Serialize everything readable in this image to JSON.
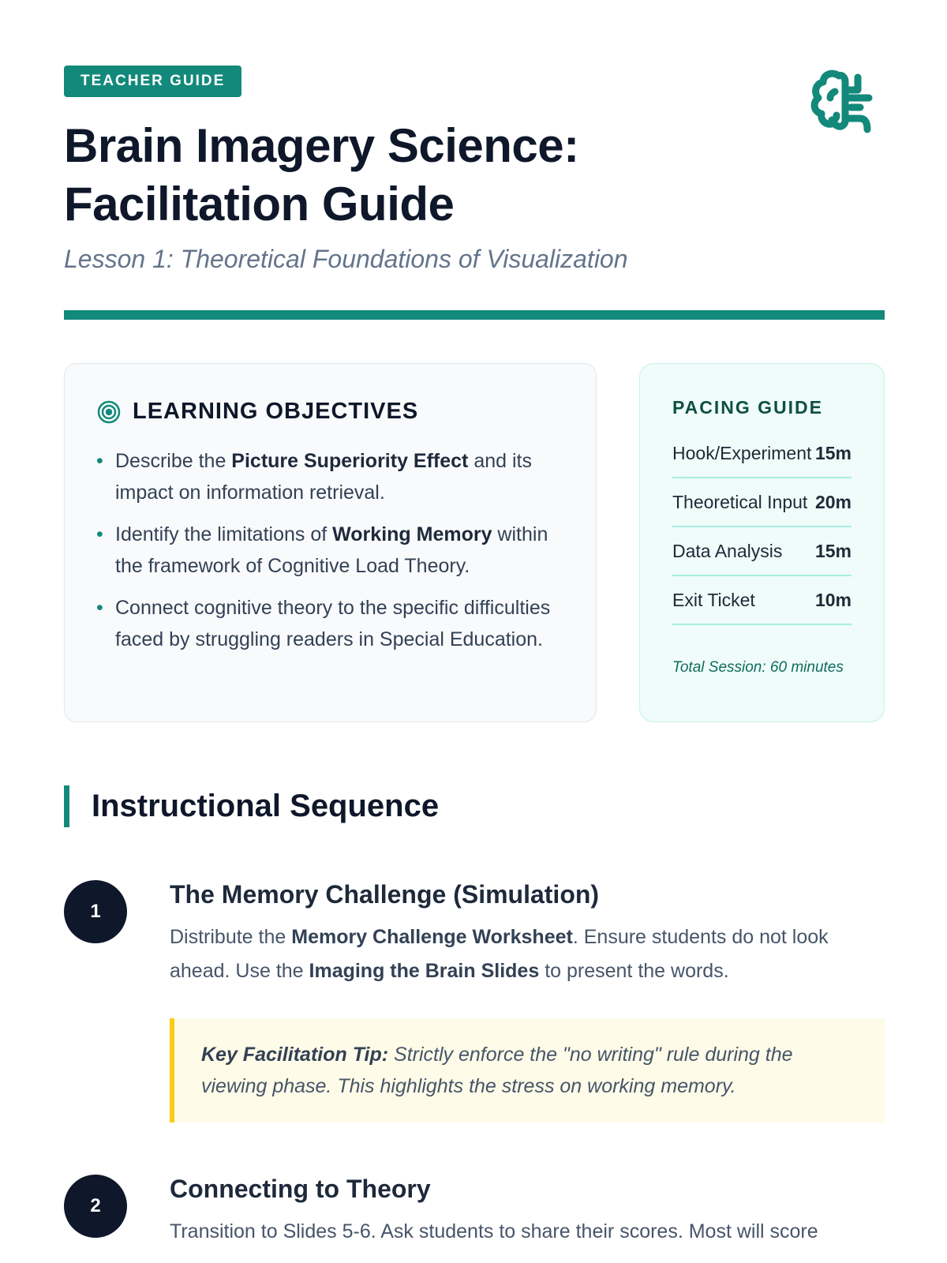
{
  "header": {
    "tag": "TEACHER GUIDE",
    "title_line1": "Brain Imagery Science:",
    "title_line2": "Facilitation Guide",
    "subtitle": "Lesson 1: Theoretical Foundations of Visualization",
    "icon": "brain-circuit-icon",
    "accent": "#12897a"
  },
  "objectives": {
    "heading": "LEARNING OBJECTIVES",
    "icon": "target-icon",
    "items": [
      {
        "a": "Describe the ",
        "b": "Picture Superiority Effect",
        "c": " and its impact on information retrieval."
      },
      {
        "a": "Identify the limitations of ",
        "b": "Working Memory",
        "c": " within the framework of Cognitive Load Theory."
      },
      {
        "a": "Connect cognitive theory to the specific difficulties faced by struggling readers in Special Education.",
        "b": "",
        "c": ""
      }
    ]
  },
  "pacing": {
    "heading": "PACING GUIDE",
    "rows": [
      {
        "label": "Hook/Experiment",
        "time": "15m"
      },
      {
        "label": "Theoretical Input",
        "time": "20m"
      },
      {
        "label": "Data Analysis",
        "time": "15m"
      },
      {
        "label": "Exit Ticket",
        "time": "10m"
      }
    ],
    "total": "Total Session: 60 minutes"
  },
  "sequence": {
    "heading": "Instructional Sequence",
    "steps": [
      {
        "num": "1",
        "title": "The Memory Challenge (Simulation)",
        "d1": "Distribute the ",
        "b1": "Memory Challenge Worksheet",
        "d2": ". Ensure students do not look ahead. Use the ",
        "b2": "Imaging the Brain Slides",
        "d3": " to present the words.",
        "tip_label": "Key Facilitation Tip:",
        "tip_text": " Strictly enforce the \"no writing\" rule during the viewing phase. This highlights the stress on working memory."
      },
      {
        "num": "2",
        "title": "Connecting to Theory",
        "d1": "Transition to Slides 5-6. Ask students to share their scores. Most will score"
      }
    ]
  }
}
